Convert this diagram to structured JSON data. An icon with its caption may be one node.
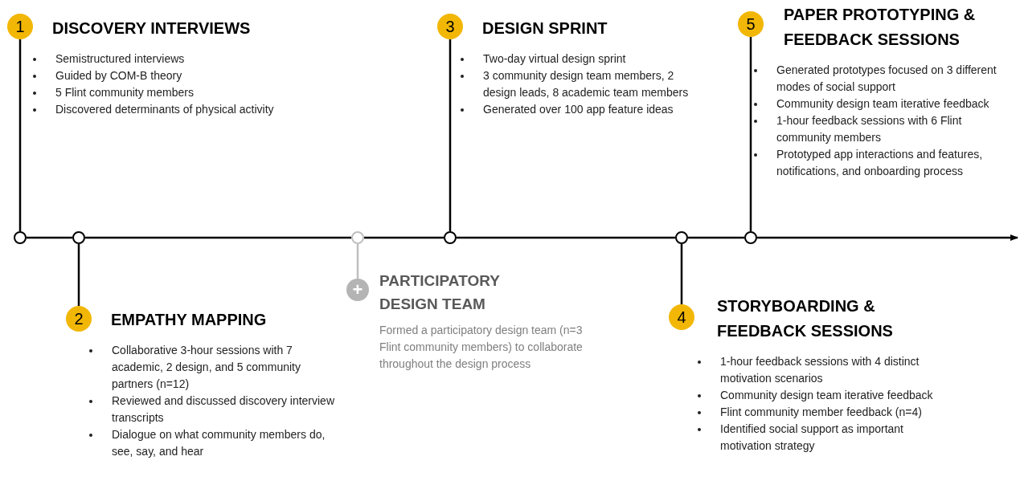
{
  "diagram": {
    "nodes": [
      {
        "text": [],
        "shape": "circle"
      },
      {
        "text": [],
        "shape": "circle"
      },
      {
        "text": [],
        "shape": "circle"
      },
      {
        "text": [],
        "shape": "circle"
      },
      {
        "text": [],
        "shape": "circle"
      },
      {
        "text": [],
        "shape": "circle"
      },
      {
        "text": [
          "1"
        ]
      },
      {
        "text": [
          "DISCOVERY INTERVIEWS",
          "Semistructured interviews",
          "Guided by COM-B theory",
          "5 Flint community members",
          "Discovered determinants of physical activity"
        ]
      },
      {
        "text": [
          "2"
        ]
      },
      {
        "text": [
          "EMPATHY MAPPING",
          "Collaborative 3-hour sessions with 7 academic, 2 design, and 5 community partners (n=12)",
          "Reviewed and discussed discovery interview transcripts",
          "Dialogue on what community members do, see, say, and hear"
        ]
      },
      {
        "text": [
          "+"
        ]
      },
      {
        "text": [
          "PARTICIPATORY DESIGN TEAM",
          "Formed a participatory design team (n=3 Flint community members) to collaborate throughout the design process"
        ]
      },
      {
        "text": [
          "3"
        ]
      },
      {
        "text": [
          "DESIGN SPRINT",
          "Two-day virtual design sprint",
          "3 community design team members, 2 design leads, 8 academic team members",
          "Generated over 100 app feature ideas"
        ]
      },
      {
        "text": [
          "4"
        ]
      },
      {
        "text": [
          "STORYBOARDING & FEEDBACK SESSIONS",
          "1-hour feedback sessions with 4 distinct motivation scenarios",
          "Community design team iterative feedback",
          "Flint community member feedback (n=4)",
          "Identified social support as important motivation strategy"
        ]
      },
      {
        "text": [
          "5"
        ]
      },
      {
        "text": [
          "PAPER PROTOTYPING & FEEDBACK SESSIONS",
          "Generated prototypes focused on 3 different modes of social support",
          "Community design team iterative feedback",
          "1-hour feedback sessions with 6 Flint community members",
          "Prototyped app interactions and features, notifications, and onboarding process"
        ]
      }
    ],
    "edges": [
      {
        "from": 0,
        "to": 1,
        "arrow": "none"
      },
      {
        "from": 1,
        "to": 2,
        "arrow": "none"
      },
      {
        "from": 2,
        "to": 3,
        "arrow": "none"
      },
      {
        "from": 3,
        "to": 4,
        "arrow": "none"
      },
      {
        "from": 4,
        "to": 5,
        "arrow": "none"
      },
      {
        "from": 5,
        "to": null,
        "arrow": "to"
      },
      {
        "from": 0,
        "to": 6,
        "arrow": "none"
      },
      {
        "from": 1,
        "to": 8,
        "arrow": "none"
      },
      {
        "from": 2,
        "to": 10,
        "arrow": "none",
        "color": "#bfbfbf"
      },
      {
        "from": 3,
        "to": 12,
        "arrow": "none"
      },
      {
        "from": 4,
        "to": 14,
        "arrow": "none"
      },
      {
        "from": 5,
        "to": 16,
        "arrow": "none"
      }
    ]
  }
}
